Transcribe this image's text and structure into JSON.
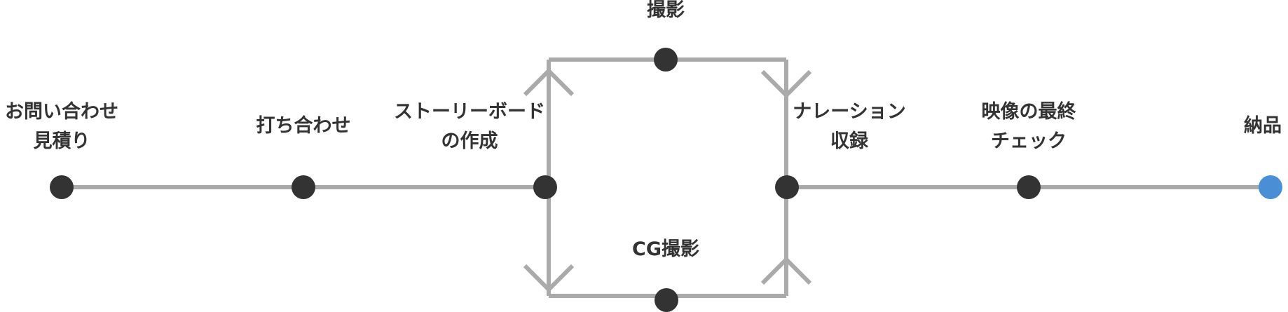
{
  "colors": {
    "line": "#aaaaaa",
    "node": "#333333",
    "final_node": "#4a8fd6",
    "text": "#333333"
  },
  "steps": [
    {
      "id": "inquiry",
      "lines": [
        "お問い合わせ",
        "見積り"
      ]
    },
    {
      "id": "meeting",
      "lines": [
        "打ち合わせ"
      ]
    },
    {
      "id": "storyboard",
      "lines": [
        "ストーリーボード",
        "の作成"
      ]
    },
    {
      "id": "filming",
      "lines": [
        "撮影"
      ]
    },
    {
      "id": "cg",
      "lines": [
        "CG撮影"
      ]
    },
    {
      "id": "narration",
      "lines": [
        "ナレーション",
        "収録"
      ]
    },
    {
      "id": "final-check",
      "lines": [
        "映像の最終",
        "チェック"
      ]
    },
    {
      "id": "delivery",
      "lines": [
        "納品"
      ]
    }
  ]
}
